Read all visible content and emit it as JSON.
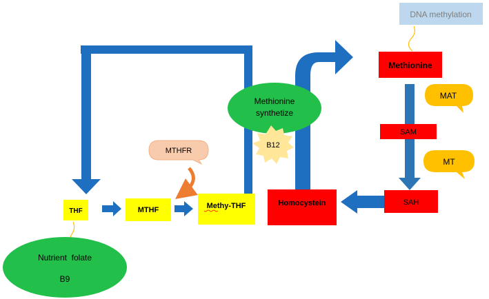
{
  "nodes": {
    "dna_methylation": "DNA methylation",
    "methionine": "Methionine",
    "mat": "MAT",
    "sam": "SAM",
    "mt": "MT",
    "sah": "SAH",
    "homocystein": "Homocystein",
    "methionine_synthetize_line1": "Methionine",
    "methionine_synthetize_line2": "synthetize",
    "b12": "B12",
    "mthfr": "MTHFR",
    "thf": "THF",
    "mthf": "MTHF",
    "methy_thf": "Methy-THF",
    "nutrient_folate": "Nutrient  folate",
    "b9": "B9"
  },
  "colors": {
    "arrow_blue": "#1f6fc0",
    "arrow_blue_light": "#2e75b6",
    "red_box": "#ff0000",
    "yellow_box": "#ffff00",
    "green": "#22c04a",
    "callout_orange": "#ffc000",
    "mthfr_fill": "#f8cbad",
    "b12_fill": "#ffe699",
    "dna_fill": "#bdd7ee",
    "orange_arrow": "#ed7d31"
  }
}
